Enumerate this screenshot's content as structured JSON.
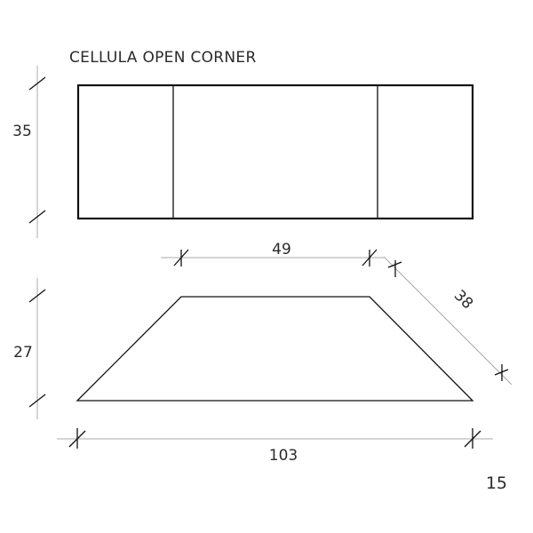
{
  "title": "CELLULA OPEN CORNER",
  "front_view": {
    "height_label": "35"
  },
  "top_view": {
    "front_width_label": "49",
    "side_length_label": "38",
    "depth_label": "27",
    "back_width_label": "103"
  },
  "page_number": "15"
}
